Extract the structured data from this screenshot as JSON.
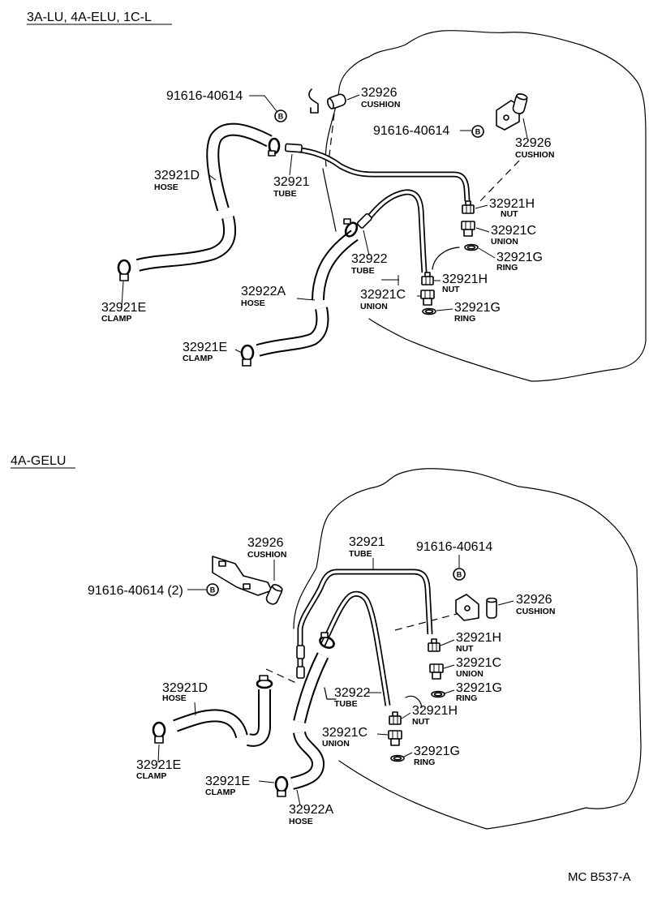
{
  "bolt_symbol": "B",
  "figure_code": "MC B537-A",
  "sections": [
    {
      "title": "3A-LU, 4A-ELU, 1C-L",
      "callouts": [
        {
          "part": "91616-40614"
        },
        {
          "part": "32926",
          "name": "CUSHION"
        },
        {
          "part": "91616-40614"
        },
        {
          "part": "32926",
          "name": "CUSHION"
        },
        {
          "part": "32921D",
          "name": "HOSE"
        },
        {
          "part": "32921",
          "name": "TUBE"
        },
        {
          "part": "32921H",
          "name": "NUT"
        },
        {
          "part": "32921C",
          "name": "UNION"
        },
        {
          "part": "32921G",
          "name": "RING"
        },
        {
          "part": "32922",
          "name": "TUBE"
        },
        {
          "part": "32921H",
          "name": "NUT"
        },
        {
          "part": "32922A",
          "name": "HOSE"
        },
        {
          "part": "32921C",
          "name": "UNION"
        },
        {
          "part": "32921E",
          "name": "CLAMP"
        },
        {
          "part": "32921G",
          "name": "RING"
        },
        {
          "part": "32921E",
          "name": "CLAMP"
        }
      ]
    },
    {
      "title": "4A-GELU",
      "callouts": [
        {
          "part": "32926",
          "name": "CUSHION"
        },
        {
          "part": "32921",
          "name": "TUBE"
        },
        {
          "part": "91616-40614"
        },
        {
          "part": "91616-40614",
          "qty": "(2)"
        },
        {
          "part": "32926",
          "name": "CUSHION"
        },
        {
          "part": "32921H",
          "name": "NUT"
        },
        {
          "part": "32921C",
          "name": "UNION"
        },
        {
          "part": "32921D",
          "name": "HOSE"
        },
        {
          "part": "32921G",
          "name": "RING"
        },
        {
          "part": "32922",
          "name": "TUBE"
        },
        {
          "part": "32921H",
          "name": "NUT"
        },
        {
          "part": "32921C",
          "name": "UNION"
        },
        {
          "part": "32921G",
          "name": "RING"
        },
        {
          "part": "32921E",
          "name": "CLAMP"
        },
        {
          "part": "32921E",
          "name": "CLAMP"
        },
        {
          "part": "32922A",
          "name": "HOSE"
        }
      ]
    }
  ]
}
